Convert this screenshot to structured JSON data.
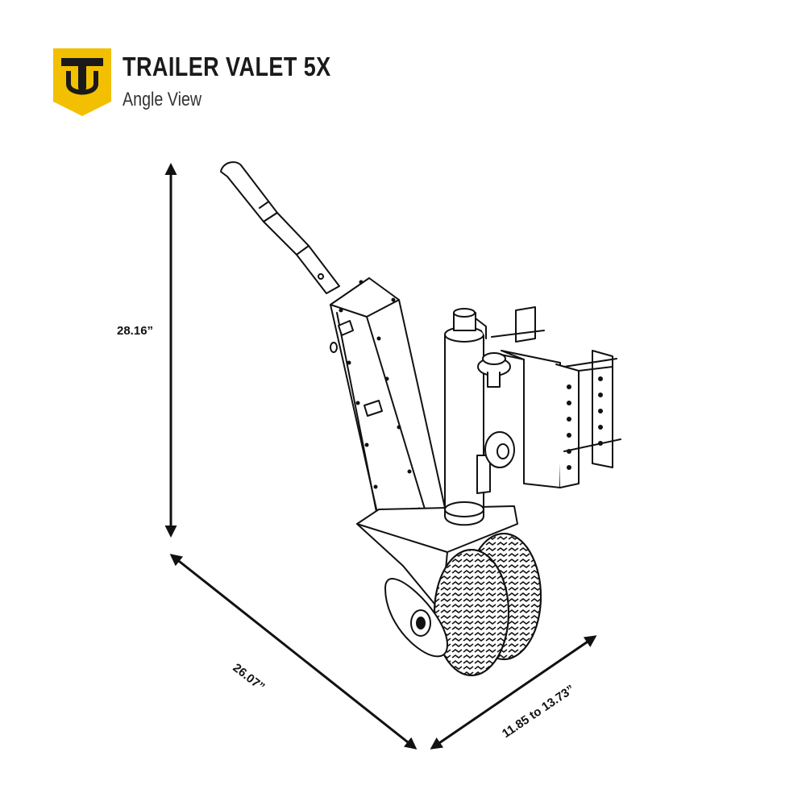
{
  "header": {
    "logo_icon": "trailer-valet-shield-logo",
    "title": "TRAILER VALET 5X",
    "subtitle": "Angle View"
  },
  "dimensions": {
    "height": "28.16”",
    "length": "26.07”",
    "width": "11.85 to 13.73”"
  },
  "colors": {
    "brand_yellow": "#F2C000",
    "line": "#111111"
  }
}
